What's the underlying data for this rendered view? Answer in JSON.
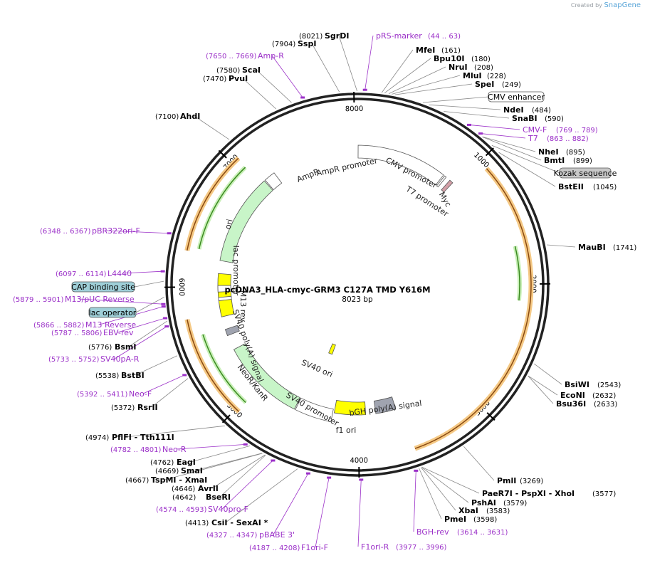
{
  "watermark": {
    "created_by": "Created by",
    "brand": "SnapGene"
  },
  "map": {
    "title": "pcDNA3_HLA-cmyc-GRM3 C127A TMD Y616M",
    "length_text": "8023 bp",
    "length": 8023,
    "ticks": [
      "1000",
      "2000",
      "3000",
      "4000",
      "5000",
      "6000",
      "7000",
      "8000"
    ]
  },
  "enzymes": [
    {
      "name": "SgrDI",
      "pos": "(8021)"
    },
    {
      "name": "SspI",
      "pos": "(7904)"
    },
    {
      "name": "MfeI",
      "pos": "(161)"
    },
    {
      "name": "Bpu10I",
      "pos": "(180)"
    },
    {
      "name": "NruI",
      "pos": "(208)"
    },
    {
      "name": "MluI",
      "pos": "(228)"
    },
    {
      "name": "SpeI",
      "pos": "(249)"
    },
    {
      "name": "ScaI",
      "pos": "(7580)"
    },
    {
      "name": "PvuI",
      "pos": "(7470)"
    },
    {
      "name": "AhdI",
      "pos": "(7100)"
    },
    {
      "name": "NdeI",
      "pos": "(484)"
    },
    {
      "name": "SnaBI",
      "pos": "(590)"
    },
    {
      "name": "NheI",
      "pos": "(895)"
    },
    {
      "name": "BmtI",
      "pos": "(899)"
    },
    {
      "name": "BstEII",
      "pos": "(1045)"
    },
    {
      "name": "MauBI",
      "pos": "(1741)"
    },
    {
      "name": "BsiWI",
      "pos": "(2543)"
    },
    {
      "name": "EcoNI",
      "pos": "(2632)"
    },
    {
      "name": "Bsu36I",
      "pos": "(2633)"
    },
    {
      "name": "PmlI",
      "pos": "(3269)"
    },
    {
      "name": "PaeR7I - PspXI - XhoI",
      "pos": "(3577)"
    },
    {
      "name": "PshAI",
      "pos": "(3579)"
    },
    {
      "name": "XbaI",
      "pos": "(3583)"
    },
    {
      "name": "PmeI",
      "pos": "(3598)"
    },
    {
      "name": "BsmI",
      "pos": "(5776)"
    },
    {
      "name": "BstBI",
      "pos": "(5538)"
    },
    {
      "name": "RsrII",
      "pos": "(5372)"
    },
    {
      "name": "PflFI - Tth111I",
      "pos": "(4974)"
    },
    {
      "name": "EagI",
      "pos": "(4762)"
    },
    {
      "name": "SmaI",
      "pos": "(4669)"
    },
    {
      "name": "TspMI - XmaI",
      "pos": "(4667)"
    },
    {
      "name": "AvrII",
      "pos": "(4646)"
    },
    {
      "name": "BseRI",
      "pos": "(4642)"
    },
    {
      "name": "CsiI - SexAI *",
      "pos": "(4413)"
    }
  ],
  "primers": [
    {
      "name": "pRS-marker",
      "pos": "(44 .. 63)"
    },
    {
      "name": "Amp-R",
      "pos": "(7650 .. 7669)"
    },
    {
      "name": "CMV-F",
      "pos": "(769 .. 789)"
    },
    {
      "name": "T7",
      "pos": "(863 .. 882)"
    },
    {
      "name": "pBR322ori-F",
      "pos": "(6348 .. 6367)"
    },
    {
      "name": "L4440",
      "pos": "(6097 .. 6114)"
    },
    {
      "name": "M13/pUC Reverse",
      "pos": "(5879 .. 5901)"
    },
    {
      "name": "M13 Reverse",
      "pos": "(5866 .. 5882)"
    },
    {
      "name": "EBV-rev",
      "pos": "(5787 .. 5806)"
    },
    {
      "name": "SV40pA-R",
      "pos": "(5733 .. 5752)"
    },
    {
      "name": "Neo-F",
      "pos": "(5392 .. 5411)"
    },
    {
      "name": "Neo-R",
      "pos": "(4782 .. 4801)"
    },
    {
      "name": "SV40pro-F",
      "pos": "(4574 .. 4593)"
    },
    {
      "name": "pBABE 3'",
      "pos": "(4327 .. 4347)"
    },
    {
      "name": "F1ori-F",
      "pos": "(4187 .. 4208)"
    },
    {
      "name": "F1ori-R",
      "pos": "(3977 .. 3996)"
    },
    {
      "name": "BGH-rev",
      "pos": "(3614 .. 3631)"
    }
  ],
  "boxed_features": [
    {
      "name": "CMV enhancer",
      "color": "#ffffff"
    },
    {
      "name": "Kozak sequence",
      "color": "#c8c8c8"
    },
    {
      "name": "CAP binding site",
      "color": "#9fcfd8"
    },
    {
      "name": "lac operator",
      "color": "#9fcfd8"
    }
  ],
  "inner_features": [
    {
      "name": "AmpR promoter",
      "start": 7100,
      "end": 7206,
      "color": "#ffffff"
    },
    {
      "name": "AmpR",
      "start": 6240,
      "end": 7090,
      "color": "#c8f5c8"
    },
    {
      "name": "ori",
      "start": 5720,
      "end": 6120,
      "color": "#ffff00"
    },
    {
      "name": "CMV promoter",
      "start": 7,
      "end": 850,
      "color": "#ffffff"
    },
    {
      "name": "T7 promoter",
      "start": 863,
      "end": 881,
      "color": "#ffffff"
    },
    {
      "name": "Myc",
      "start": 925,
      "end": 960,
      "color": "#d4a0a8"
    },
    {
      "name": "SV40 poly(A) signal",
      "start": 5540,
      "end": 5600,
      "color": "#a0a4b0"
    },
    {
      "name": "NeoR/KanR",
      "start": 4610,
      "end": 5400,
      "color": "#c8f5c8"
    },
    {
      "name": "SV40 promoter",
      "start": 4255,
      "end": 4600,
      "color": "#ffffff"
    },
    {
      "name": "SV40 ori",
      "start": 4455,
      "end": 4520,
      "color": "#ffff00"
    },
    {
      "name": "f1 ori",
      "start": 3930,
      "end": 4240,
      "color": "#ffff00"
    },
    {
      "name": "bGH poly(A) signal",
      "start": 3630,
      "end": 3830,
      "color": "#a0a4b0"
    },
    {
      "name": "lac promoter",
      "start": 5950,
      "end": 6010,
      "color": "#ffffff"
    },
    {
      "name": "M13 rev",
      "start": 5870,
      "end": 5900,
      "color": "#ffffff"
    }
  ],
  "colors": {
    "enzyme": "#000000",
    "primer": "#9b30c8",
    "orf_outline": "#f0b040",
    "orf_dark": "#8a4a10",
    "green_arrow": "#3a8a20"
  }
}
